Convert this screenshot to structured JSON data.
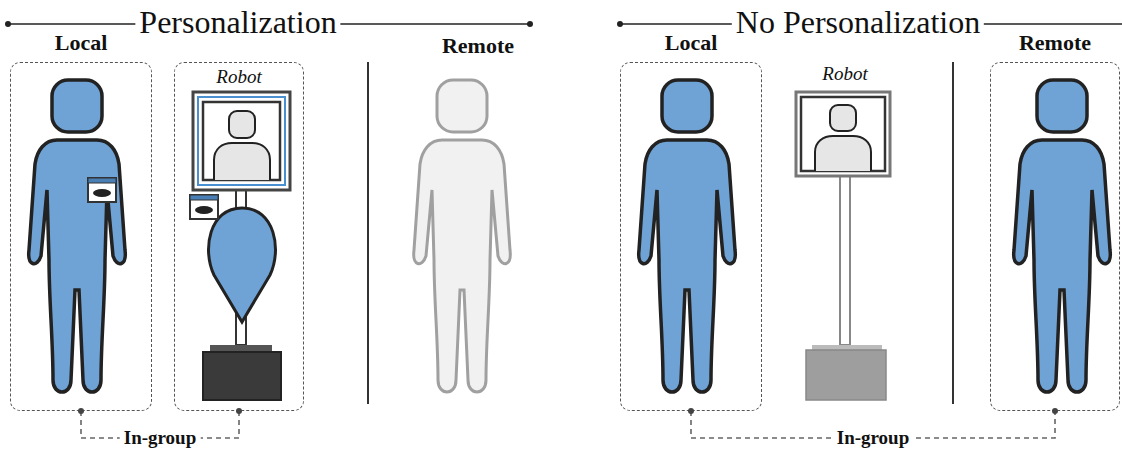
{
  "diagram": {
    "nodes": [
      {
        "text": [
          "Local"
        ]
      },
      {
        "text": [
          "Robot"
        ]
      },
      {
        "text": [
          "Local"
        ]
      },
      {
        "text": [
          "Remote"
        ]
      }
    ],
    "edges": [
      {
        "from": 0,
        "to": 1,
        "arrow": "none",
        "label": "In-group"
      },
      {
        "from": 2,
        "to": 3,
        "arrow": "none",
        "label": "In-group"
      }
    ],
    "labels": [
      "Personalization",
      "Remote",
      "No Personalization",
      "Robot"
    ]
  }
}
